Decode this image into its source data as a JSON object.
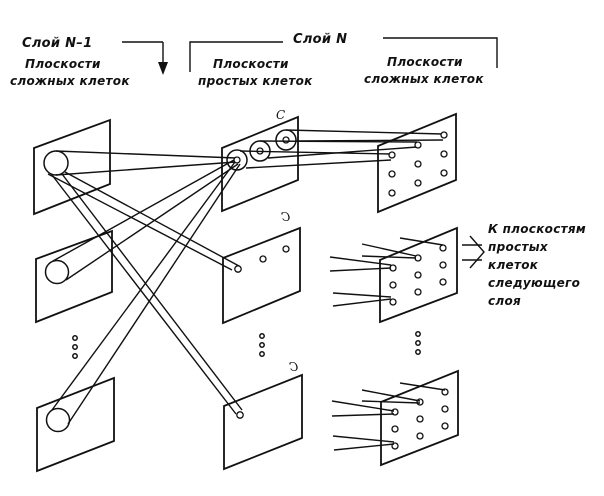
{
  "header": {
    "layer_prev": "Слой N–1",
    "layer_prev_sub1": "Плоскости",
    "layer_prev_sub2": "сложных клеток",
    "layer_cur": "Слой N",
    "simple_sub1": "Плоскости",
    "simple_sub2": "простых клеток",
    "complex_sub1": "Плоскости",
    "complex_sub2": "сложных клеток"
  },
  "output_note": {
    "line1": "К плоскостям",
    "line2": "простых",
    "line3": "клеток",
    "line4": "следующего",
    "line5": "слоя"
  },
  "plane_tags": {
    "top": "C",
    "middle": "C",
    "bottom": "C"
  },
  "ellipsis": "⋮",
  "diagram": {
    "columns": [
      {
        "name": "complex-planes-layer-N-1",
        "planes": 3,
        "shown": "top, middle, ellipsis, bottom"
      },
      {
        "name": "simple-planes-layer-N",
        "planes": 3,
        "shown": "top, middle, ellipsis, bottom"
      },
      {
        "name": "complex-planes-layer-N",
        "planes": 3,
        "shown": "top, middle, ellipsis, bottom"
      }
    ],
    "complex_plane_cells": 9
  }
}
